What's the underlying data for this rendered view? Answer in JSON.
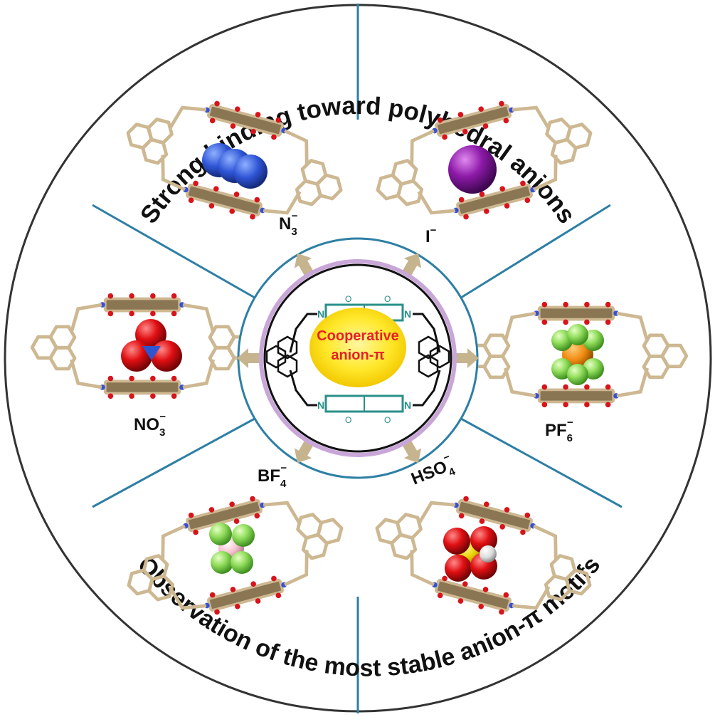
{
  "colors": {
    "outer_ring": "#333333",
    "divider": "#2e7fa5",
    "top_text": "#1f6fb2",
    "bottom_text": "#d46a1a",
    "center_red": "#e8202a",
    "center_yellow": "#ffe82a",
    "teal_structure": "#2a8f8a",
    "arrow": "#c6b48f",
    "stick": "#cdb892"
  },
  "outer_text": {
    "top": "Strong binding  toward  polyhedral anions",
    "bottom": "Observation of the most stable anion-π motifs"
  },
  "center": {
    "line1": "Cooperative",
    "line2": "anion-π",
    "atom_n": "N",
    "atom_o": "O"
  },
  "sectors": [
    {
      "id": "n3",
      "base": "N",
      "sub": "3",
      "sup": "−"
    },
    {
      "id": "i",
      "base": "I",
      "sub": "",
      "sup": "−"
    },
    {
      "id": "pf6",
      "base": "PF",
      "sub": "6",
      "sup": "−"
    },
    {
      "id": "hso4",
      "base": "HSO",
      "sub": "4",
      "sup": "−"
    },
    {
      "id": "bf4",
      "base": "BF",
      "sub": "4",
      "sup": "−"
    },
    {
      "id": "no3",
      "base": "NO",
      "sub": "3",
      "sup": "−"
    }
  ]
}
